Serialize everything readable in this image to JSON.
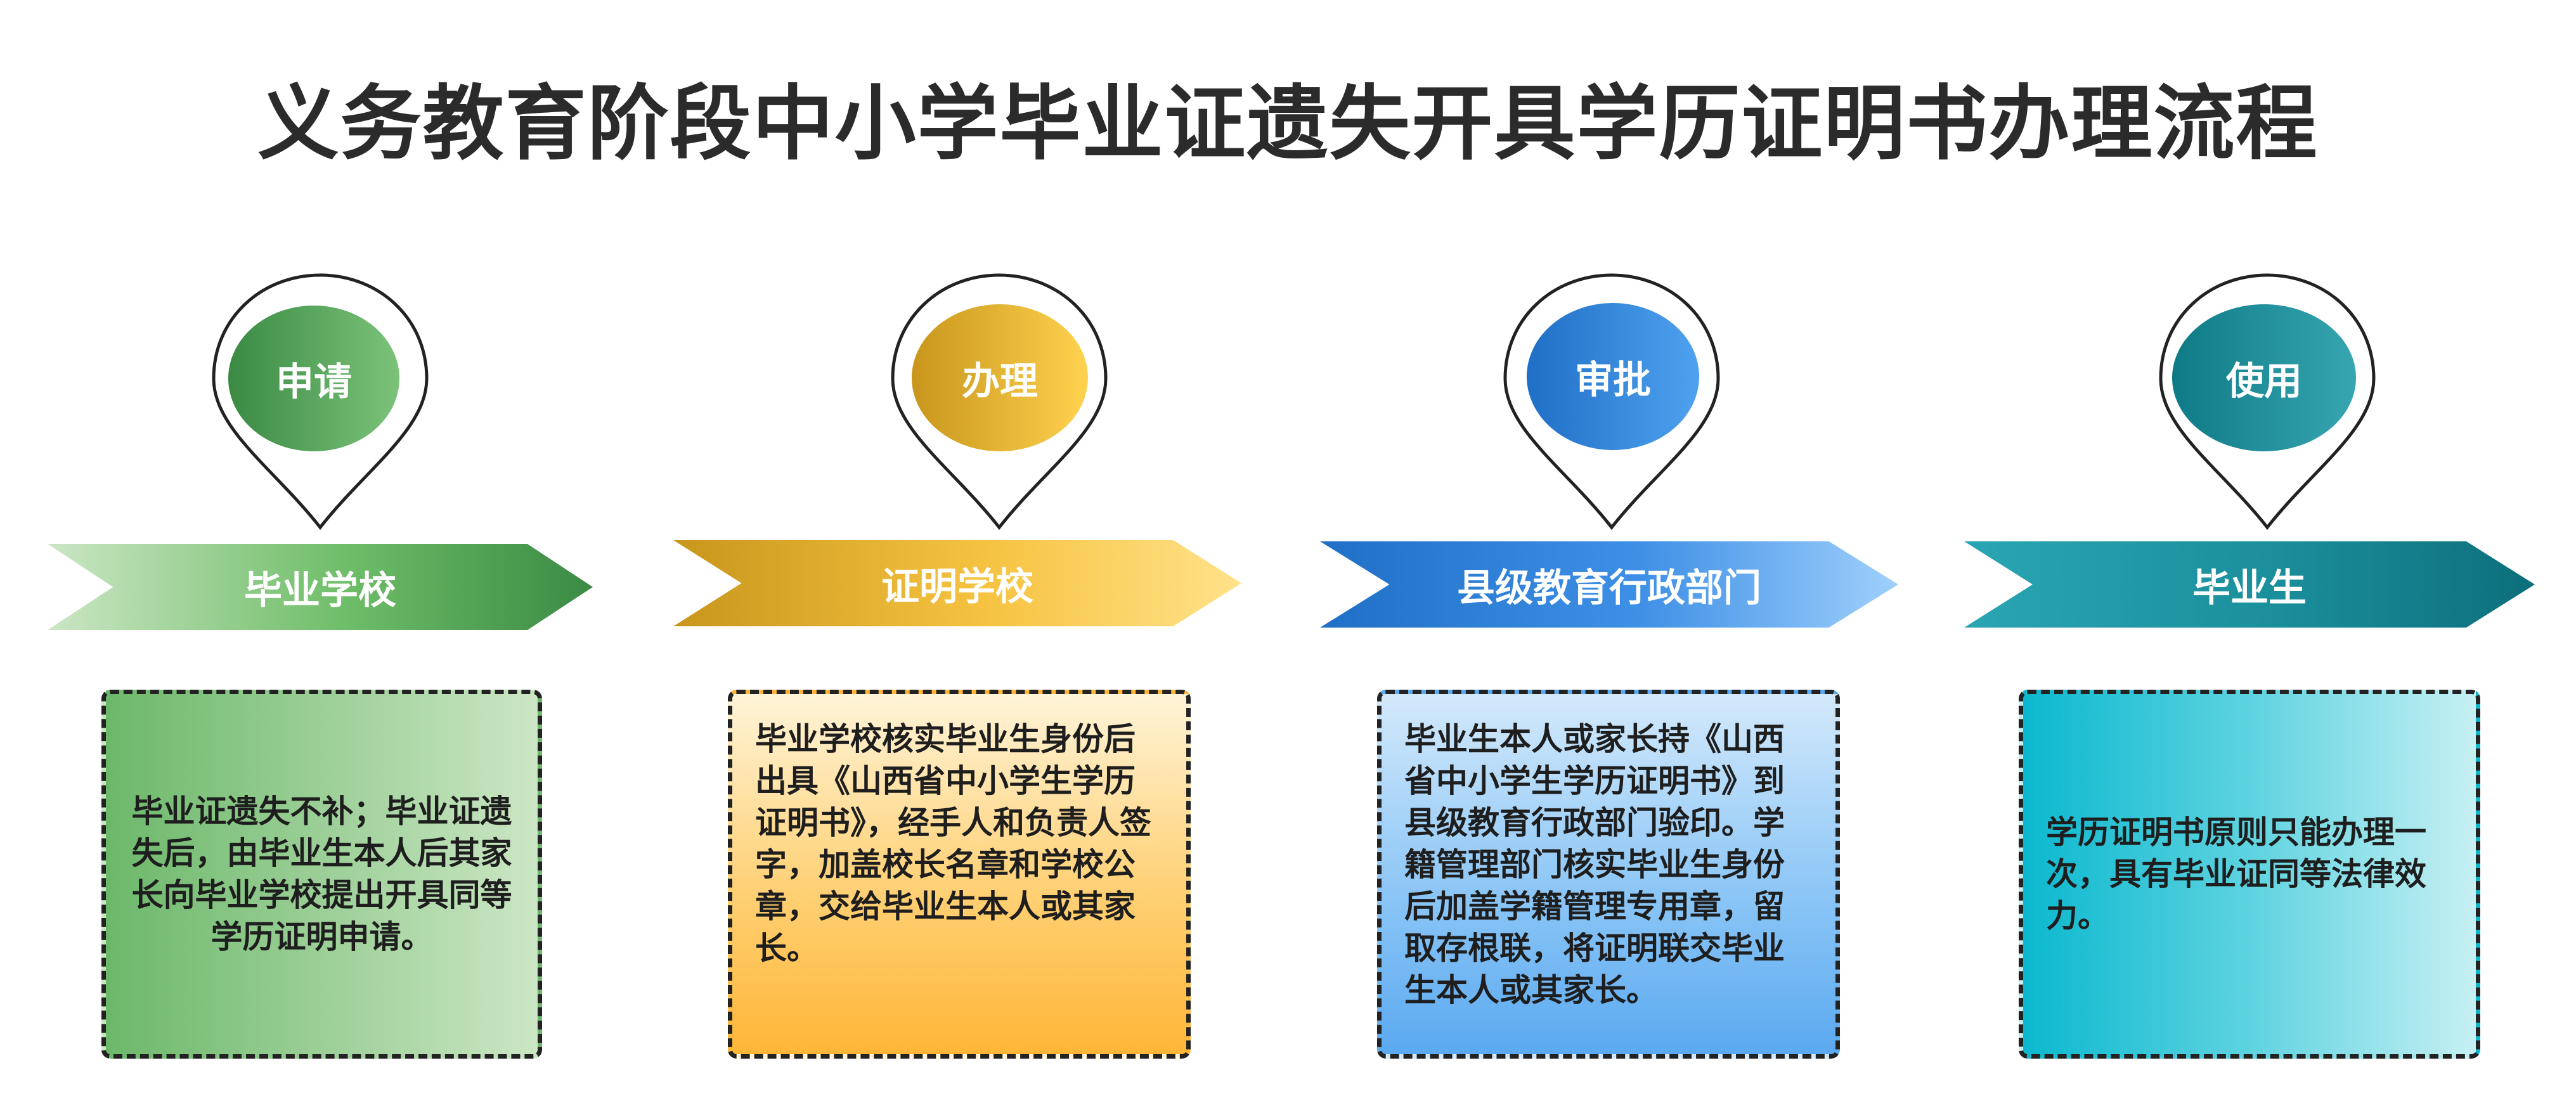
{
  "title": "义务教育阶段中小学毕业证遗失开具学历证明书办理流程",
  "steps": [
    {
      "stage": "申请",
      "actor": "毕业学校",
      "description": "毕业证遗失不补；毕业证遗失后，由毕业生本人后其家长向毕业学校提出开具同等学历证明申请。",
      "colors": {
        "dark": "#3a8a44",
        "light": "#cbe6c4"
      }
    },
    {
      "stage": "办理",
      "actor": "证明学校",
      "description": "毕业学校核实毕业生身份后出具《山西省中小学生学历证明书》，经手人和负责人签字，加盖校长名章和学校公章，交给毕业生本人或其家长。",
      "colors": {
        "dark": "#c8961c",
        "light": "#ffcf6e"
      }
    },
    {
      "stage": "审批",
      "actor": "县级教育行政部门",
      "description": "毕业生本人或家长持《山西省中小学生学历证明书》到县级教育行政部门验印。学籍管理部门核实毕业生身份后加盖学籍管理专用章，留取存根联，将证明联交毕业生本人或其家长。",
      "colors": {
        "dark": "#1f6fc6",
        "light": "#7cbcf5"
      }
    },
    {
      "stage": "使用",
      "actor": "毕业生",
      "description": "学历证明书原则只能办理一次，具有毕业证同等法律效力。",
      "colors": {
        "dark": "#0e7a86",
        "light": "#bdeef2"
      }
    }
  ]
}
